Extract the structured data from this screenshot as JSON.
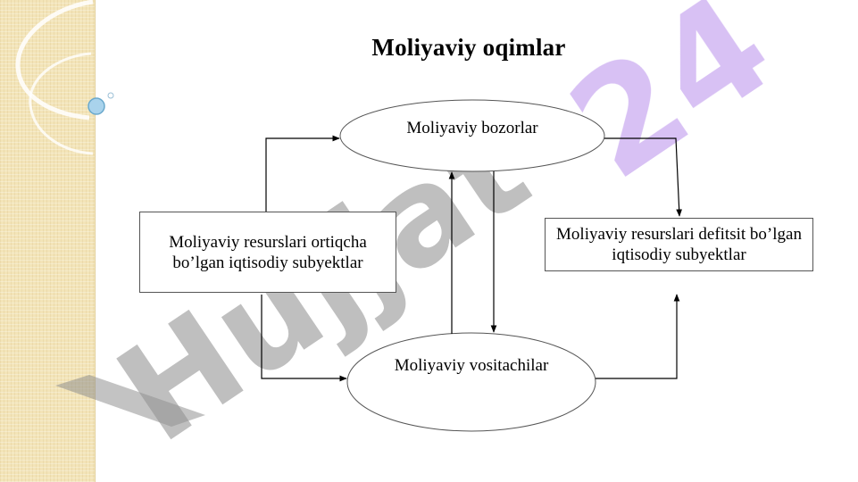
{
  "title": "Moliyaviy oqimlar",
  "watermark": "Hujjat24",
  "nodes": {
    "markets": "Moliyaviy bozorlar",
    "surplus": "Moliyaviy resurslari ortiqcha bo’lgan iqtisodiy subyektlar",
    "deficit": "Moliyaviy resurslari defitsit bo’lgan iqtisodiy subyektlar",
    "intermediaries": "Moliyaviy vositachilar"
  },
  "colors": {
    "panel": "#f3e4b8",
    "watermark_purple": "#c9a9f0",
    "watermark_gray": "#a6a6a6"
  }
}
